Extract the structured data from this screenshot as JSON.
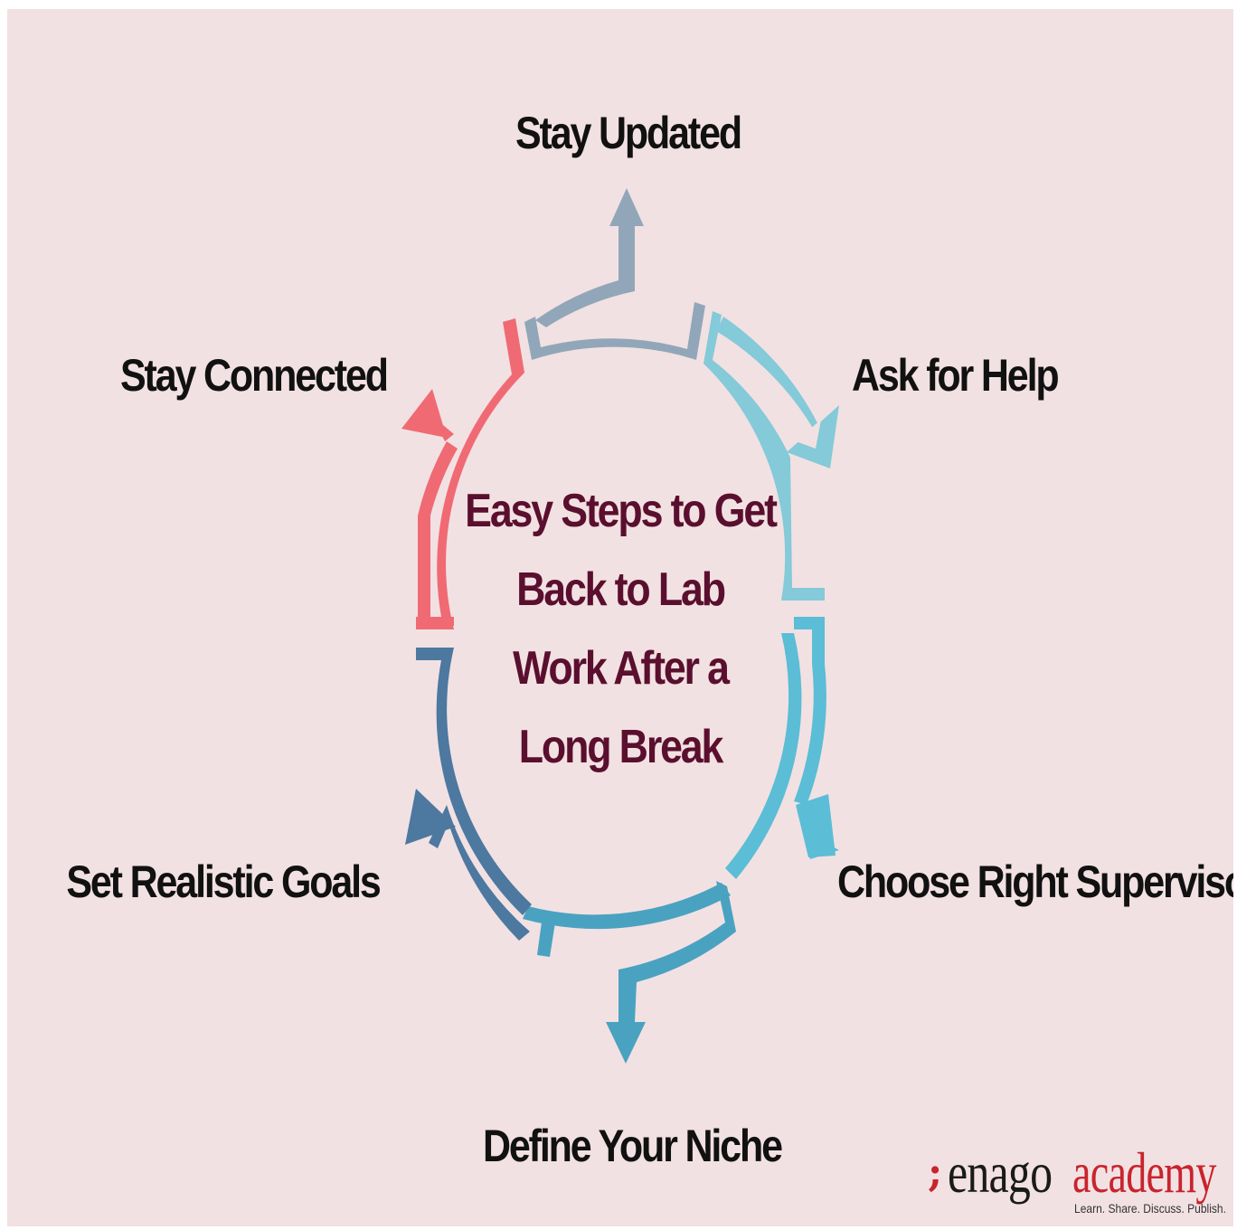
{
  "title_lines": [
    "Easy Steps to Get",
    "Back to Lab",
    "Work After a",
    "Long Break"
  ],
  "steps": {
    "stay_updated": "Stay Updated",
    "ask_for_help": "Ask for Help",
    "choose_right_supervisor": "Choose Right Supervisor",
    "define_your_niche": "Define Your Niche",
    "set_realistic_goals": "Set Realistic Goals",
    "stay_connected": "Stay Connected"
  },
  "logo": {
    "mark": ";",
    "brand": "enago",
    "product": "academy",
    "tagline": "Learn. Share. Discuss. Publish."
  },
  "colors": {
    "background": "#f2e1e2",
    "title": "#5a0f2e",
    "label": "#111111",
    "stay_updated": "#91a7b9",
    "ask_for_help": "#84cad9",
    "choose_right_supervisor": "#5bbdd6",
    "define_your_niche": "#4aa2c1",
    "set_realistic_goals": "#4d78a0",
    "stay_connected": "#f06a74",
    "logo_accent": "#c8242e"
  }
}
